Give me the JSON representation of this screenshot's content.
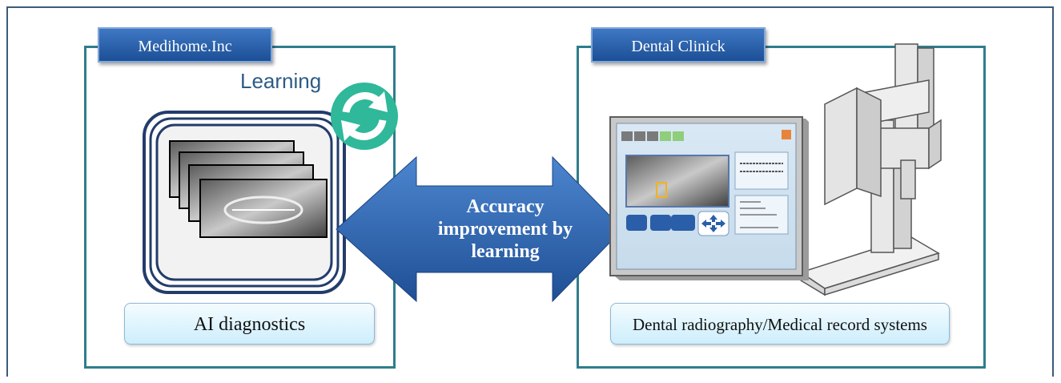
{
  "left_panel": {
    "tab_label": "Medihome.Inc",
    "learning_label": "Learning",
    "caption": "AI diagnostics"
  },
  "right_panel": {
    "tab_label": "Dental Clinick",
    "caption": "Dental radiography/Medical record systems"
  },
  "arrow": {
    "line1": "Accuracy",
    "line2": "improvement by",
    "line3": "learning"
  },
  "colors": {
    "panel_border": "#2f7d8c",
    "tab_blue": "#2a5ea8",
    "arrow_blue": "#2c63b0",
    "refresh_green": "#2fb89a"
  },
  "icons": {
    "refresh": "refresh-icon",
    "move": "move-arrows-icon"
  }
}
